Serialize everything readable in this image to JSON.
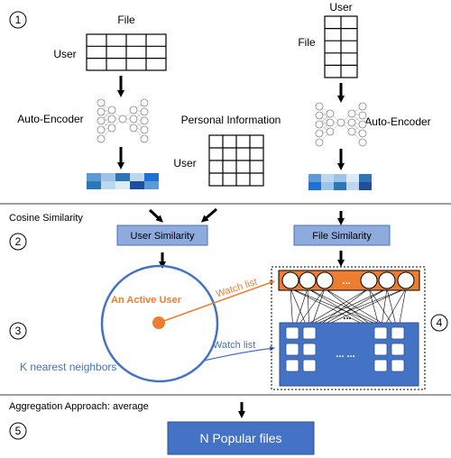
{
  "step_labels": {
    "s1": "1",
    "s2": "2",
    "s3": "3",
    "s4": "4",
    "s5": "5"
  },
  "left_matrix": {
    "top_label": "File",
    "side_label": "User"
  },
  "right_matrix": {
    "top_label": "User",
    "side_label": "File"
  },
  "personal_info": {
    "title": "Personal Information",
    "side_label": "User"
  },
  "autoencoder_left_label": "Auto-Encoder",
  "autoencoder_right_label": "Auto-Encoder",
  "cosine_label": "Cosine Similarity",
  "user_similarity": "User Similarity",
  "file_similarity": "File Similarity",
  "active_user": "An Active User",
  "watch_list_orange": "Watch list",
  "watch_list_blue": "Watch list",
  "knn_label": "K nearest neighbors",
  "ellipsis_orange": "...",
  "ellipsis_mid": "...",
  "ellipsis_blue": "...  ...",
  "aggregation_label": "Aggregation Approach: average",
  "popular_files": "N Popular files",
  "colors": {
    "accent_blue": "#4472c4",
    "box_fill": "#8faadc",
    "orange": "#ed7d31",
    "divider": "#404040"
  }
}
